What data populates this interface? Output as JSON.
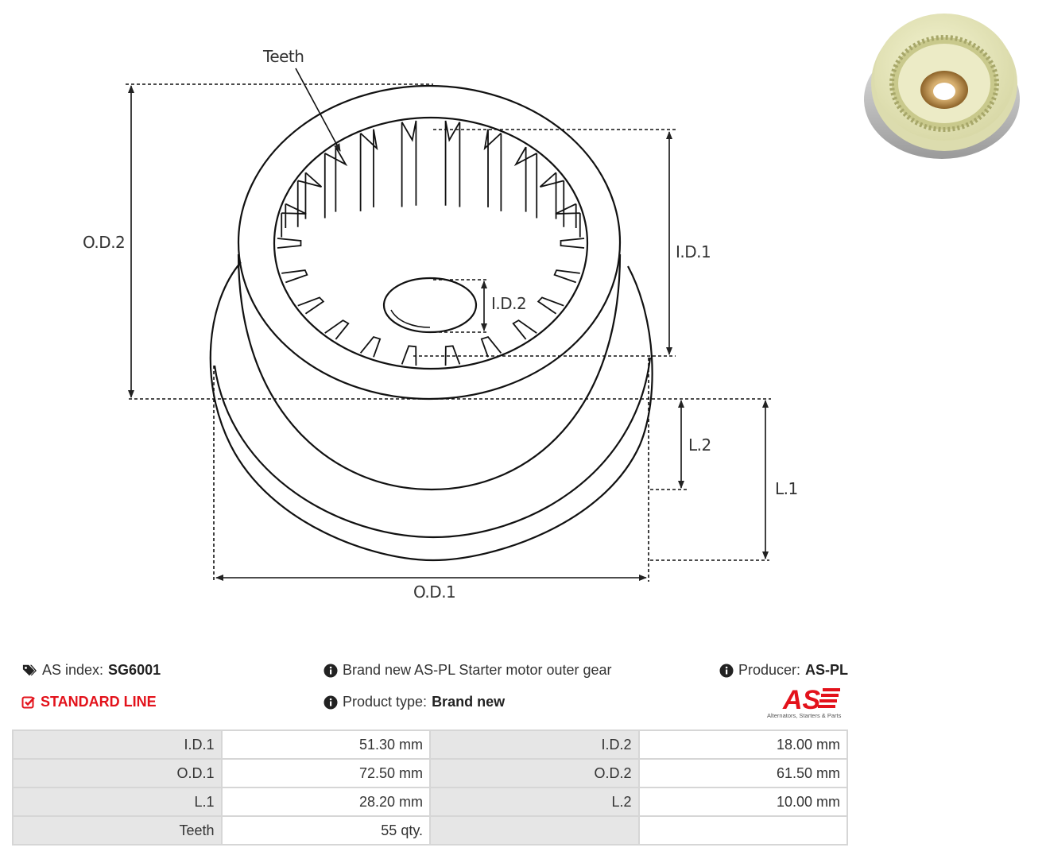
{
  "diagram": {
    "labels": {
      "teeth": "Teeth",
      "od2": "O.D.2",
      "id1": "I.D.1",
      "id2": "I.D.2",
      "l2": "L.2",
      "l1": "L.1",
      "od1": "O.D.1"
    }
  },
  "photo": {
    "alt": "product photo of starter motor outer gear"
  },
  "info": {
    "as_index_label": "AS index:",
    "as_index_value": "SG6001",
    "standard_line": "STANDARD LINE",
    "description": "Brand new AS-PL Starter motor outer gear",
    "product_type_label": "Product type:",
    "product_type_value": "Brand new",
    "producer_label": "Producer:",
    "producer_value": "AS-PL"
  },
  "logo": {
    "mark": "AS",
    "tagline": "Alternators, Starters & Parts",
    "color": "#e3121b"
  },
  "specs": {
    "rows": [
      {
        "l1": "I.D.1",
        "v1": "51.30 mm",
        "l2": "I.D.2",
        "v2": "18.00 mm"
      },
      {
        "l1": "O.D.1",
        "v1": "72.50 mm",
        "l2": "O.D.2",
        "v2": "61.50 mm"
      },
      {
        "l1": "L.1",
        "v1": "28.20 mm",
        "l2": "L.2",
        "v2": "10.00 mm"
      },
      {
        "l1": "Teeth",
        "v1": "55 qty.",
        "l2": "",
        "v2": ""
      }
    ]
  }
}
